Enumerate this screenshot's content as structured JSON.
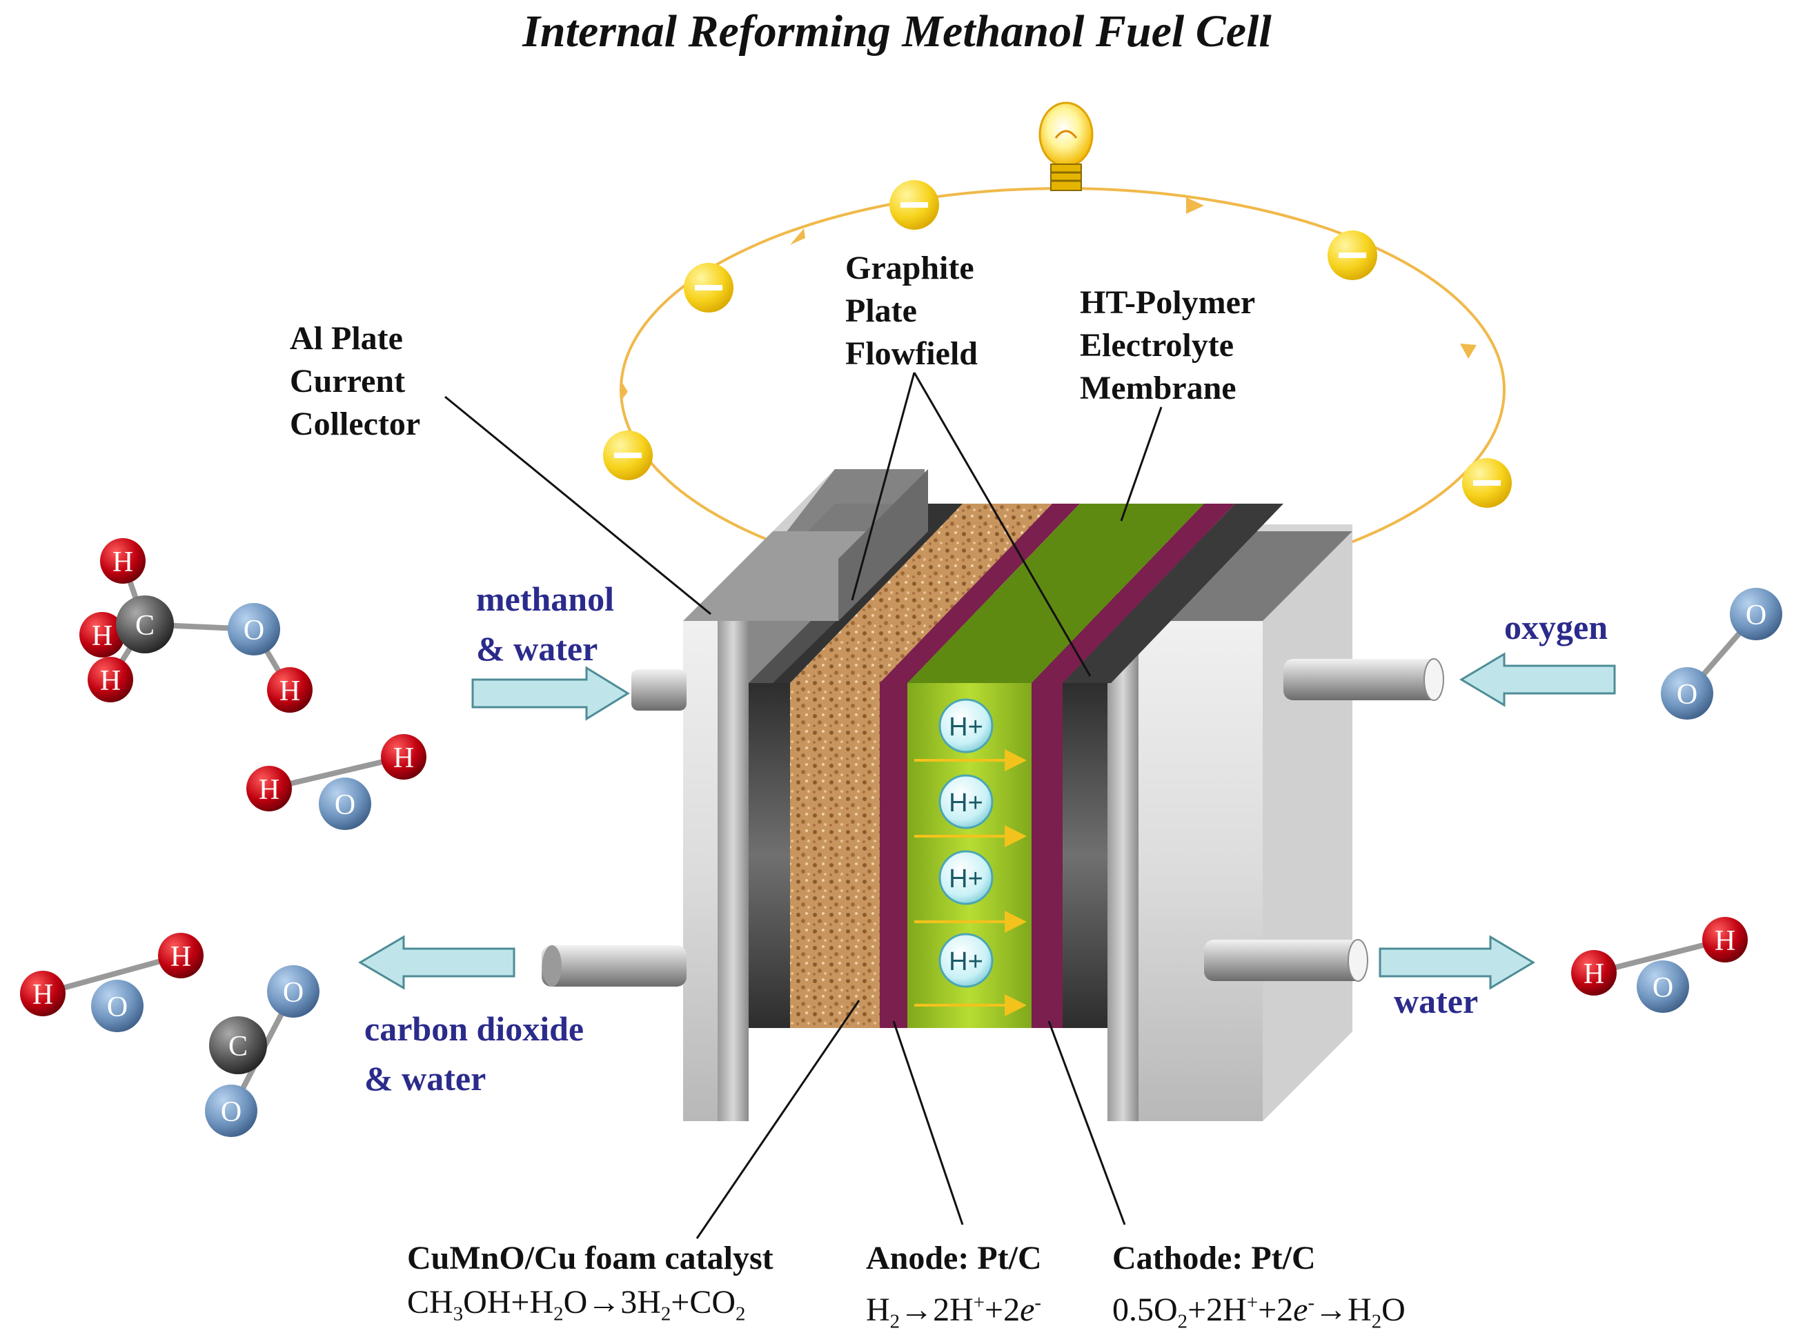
{
  "title": "Internal Reforming Methanol Fuel Cell",
  "labels": {
    "al_plate": [
      "Al Plate",
      "Current",
      "Collector"
    ],
    "graphite": [
      "Graphite",
      "Plate",
      "Flowfield"
    ],
    "membrane": [
      "HT-Polymer",
      "Electrolyte",
      "Membrane"
    ]
  },
  "flows": {
    "methanol_in": [
      "methanol",
      "& water"
    ],
    "oxygen_in": "oxygen",
    "co2_out": [
      "carbon dioxide",
      "& water"
    ],
    "water_out": "water"
  },
  "bottom": {
    "catalyst_title": "CuMnO/Cu foam catalyst",
    "anode_title": "Anode: Pt/C",
    "cathode_title": "Cathode: Pt/C"
  },
  "atoms": {
    "H": "H",
    "C": "C",
    "O": "O"
  },
  "proton": "H+",
  "colors": {
    "hydrogen": "#c00010",
    "carbon": "#555555",
    "oxygen": "#6f95bf",
    "foam": "#c9955f",
    "catalyst_layer": "#7a1f4e",
    "membrane": "#5e8a12",
    "electron": "#f7d31e",
    "circuit": "#f0b94a",
    "arrow": "#bfe5ea",
    "flow_text": "#2b2b8c"
  }
}
